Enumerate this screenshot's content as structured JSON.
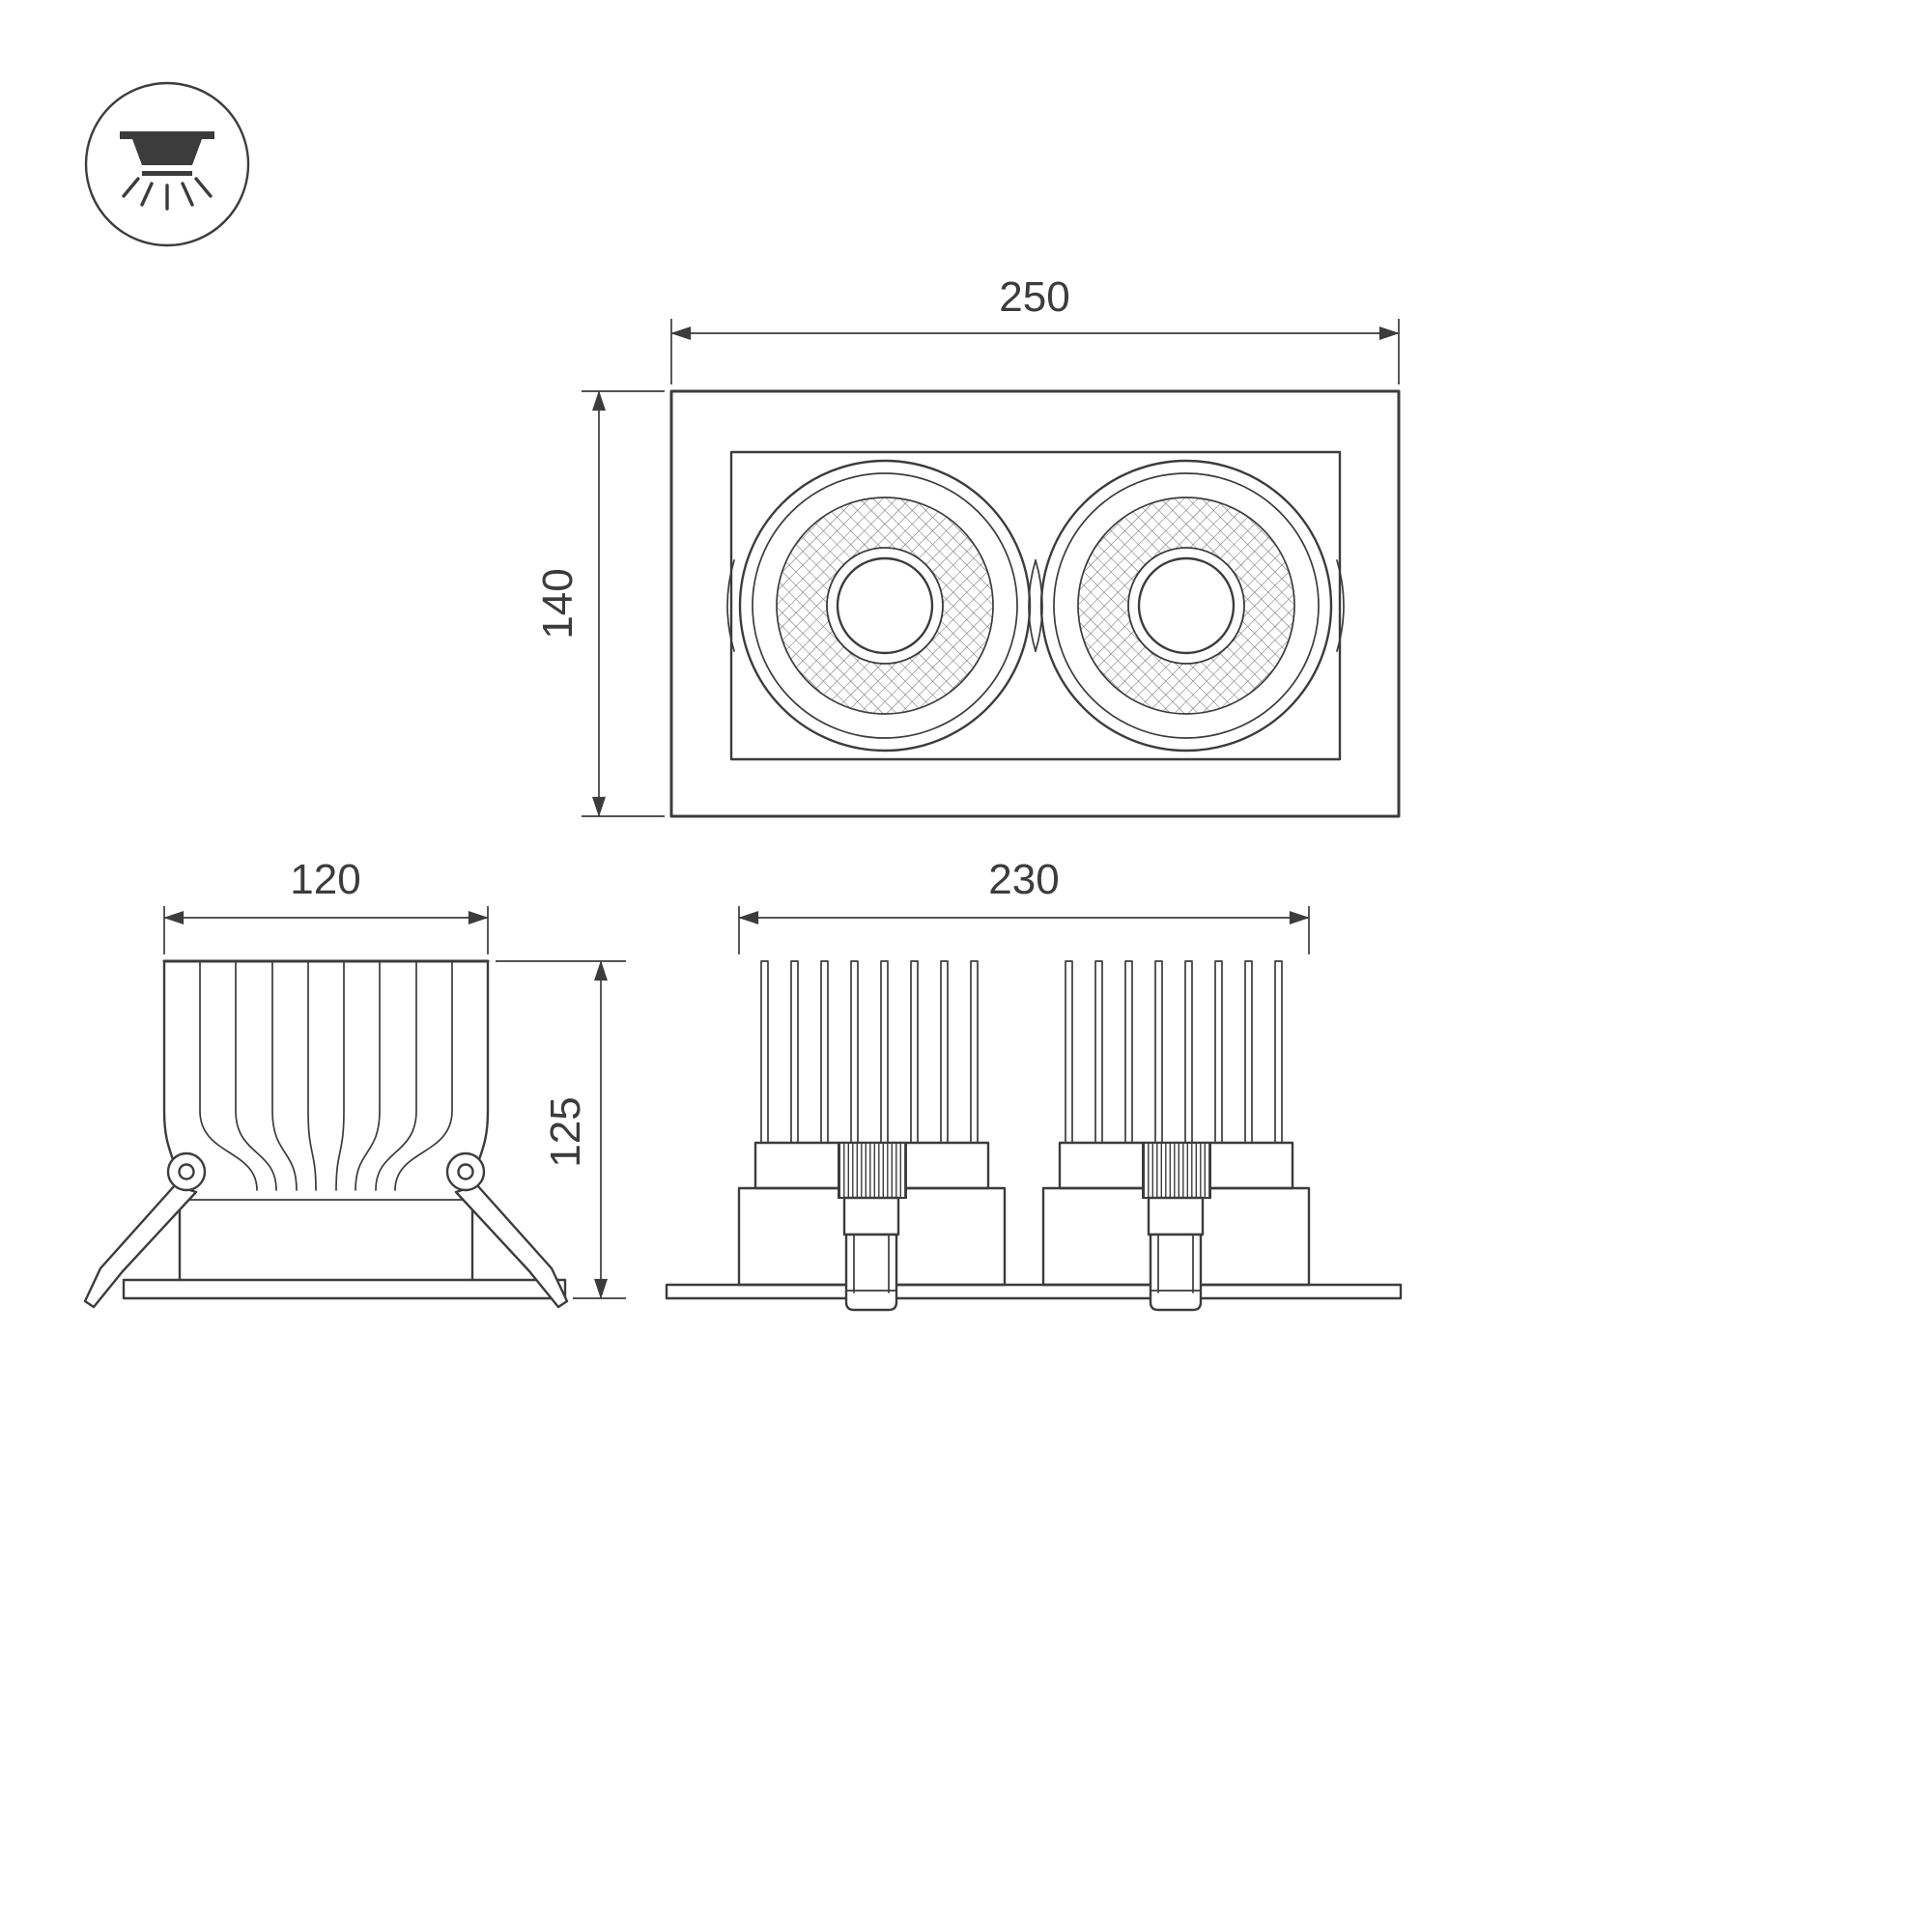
{
  "colors": {
    "line": "#3c3c3c",
    "background": "#ffffff"
  },
  "icon": {
    "name": "recessed-downlight-ceiling-icon"
  },
  "dimensions": {
    "front_width": "250",
    "front_height": "140",
    "side_width": "120",
    "side_height": "125",
    "rear_width": "230"
  }
}
